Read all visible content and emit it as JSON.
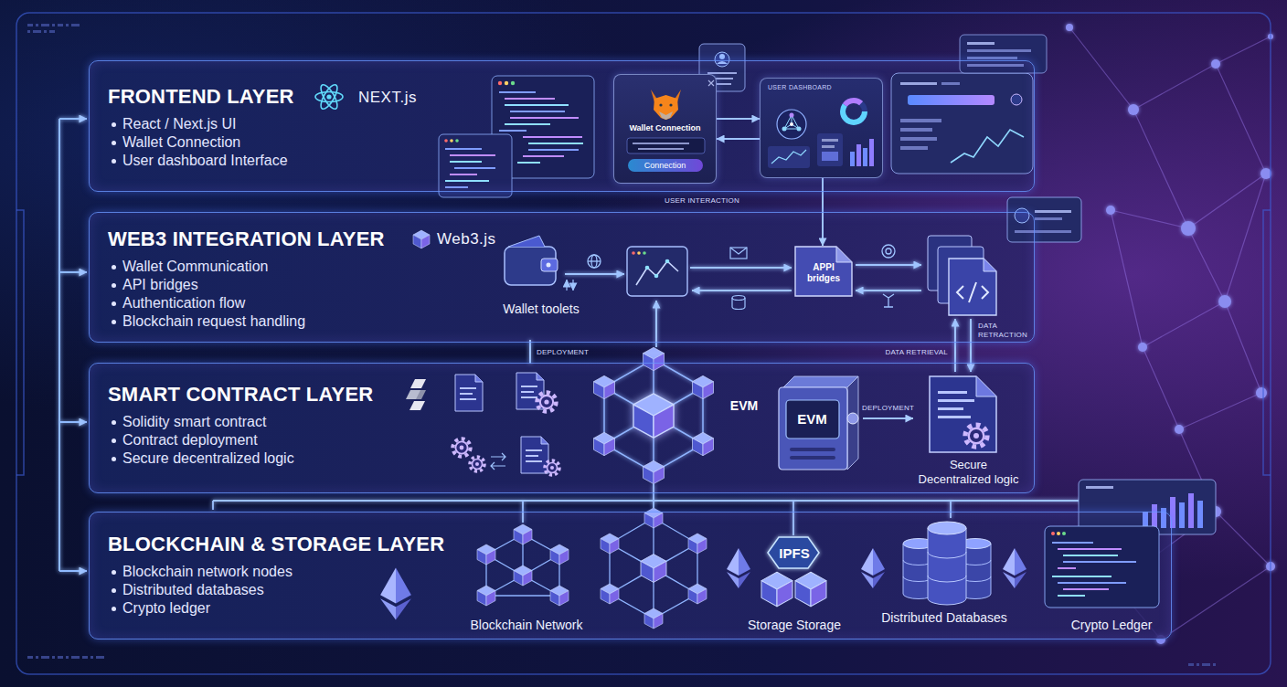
{
  "diagram": {
    "nodes": [
      {
        "text": [
          "FRONTEND LAYER",
          "React / Next.js UI",
          "Wallet Connection",
          "User dashboard Interface"
        ]
      },
      {
        "text": [
          "Wallet Connection",
          "Connection"
        ],
        "in": 0
      },
      {
        "text": [
          "USER DASHBOARD"
        ],
        "in": 0
      },
      {
        "text": [
          "WEB3 INTEGRATION LAYER",
          "Wallet Communication",
          "API bridges",
          "Authentication flow",
          "Blockchain request handling"
        ]
      },
      {
        "text": [
          "Wallet toolets"
        ],
        "in": 3
      },
      {
        "text": [
          "APPI bridges"
        ],
        "in": 3
      },
      {
        "text": [
          "SMART CONTRACT LAYER",
          "Solidity smart contract",
          "Contract deployment",
          "Secure decentralized logic"
        ]
      },
      {
        "text": [
          "EVM"
        ],
        "in": 6
      },
      {
        "text": [
          "Secure Decentralized logic"
        ],
        "in": 6
      },
      {
        "text": [
          "BLOCKCHAIN & STORAGE LAYER",
          "Blockchain network nodes",
          "Distributed databases",
          "Crypto ledger"
        ]
      },
      {
        "text": [
          "Blockchain Network"
        ],
        "in": 9
      },
      {
        "text": [
          "IPFS",
          "Storage Storage"
        ],
        "in": 9
      },
      {
        "text": [
          "Distributed Databases"
        ],
        "in": 9
      },
      {
        "text": [
          "Crypto Ledger"
        ],
        "in": 9
      }
    ],
    "edges": [
      {
        "from": 1,
        "to": 2,
        "arrow": "to"
      },
      {
        "from": 2,
        "to": 1,
        "arrow": "to"
      },
      {
        "from": 2,
        "to": 5,
        "arrow": "to"
      },
      {
        "from": 7,
        "to": 8,
        "label": "DEPLOYMENT",
        "arrow": "to"
      }
    ],
    "labels": [
      "NEXT.js",
      "Web3.js",
      "USER INTERACTION",
      "DEPLOYMENT",
      "DATA RETRIEVAL",
      "DATA RETRACTION",
      "EVM"
    ]
  }
}
